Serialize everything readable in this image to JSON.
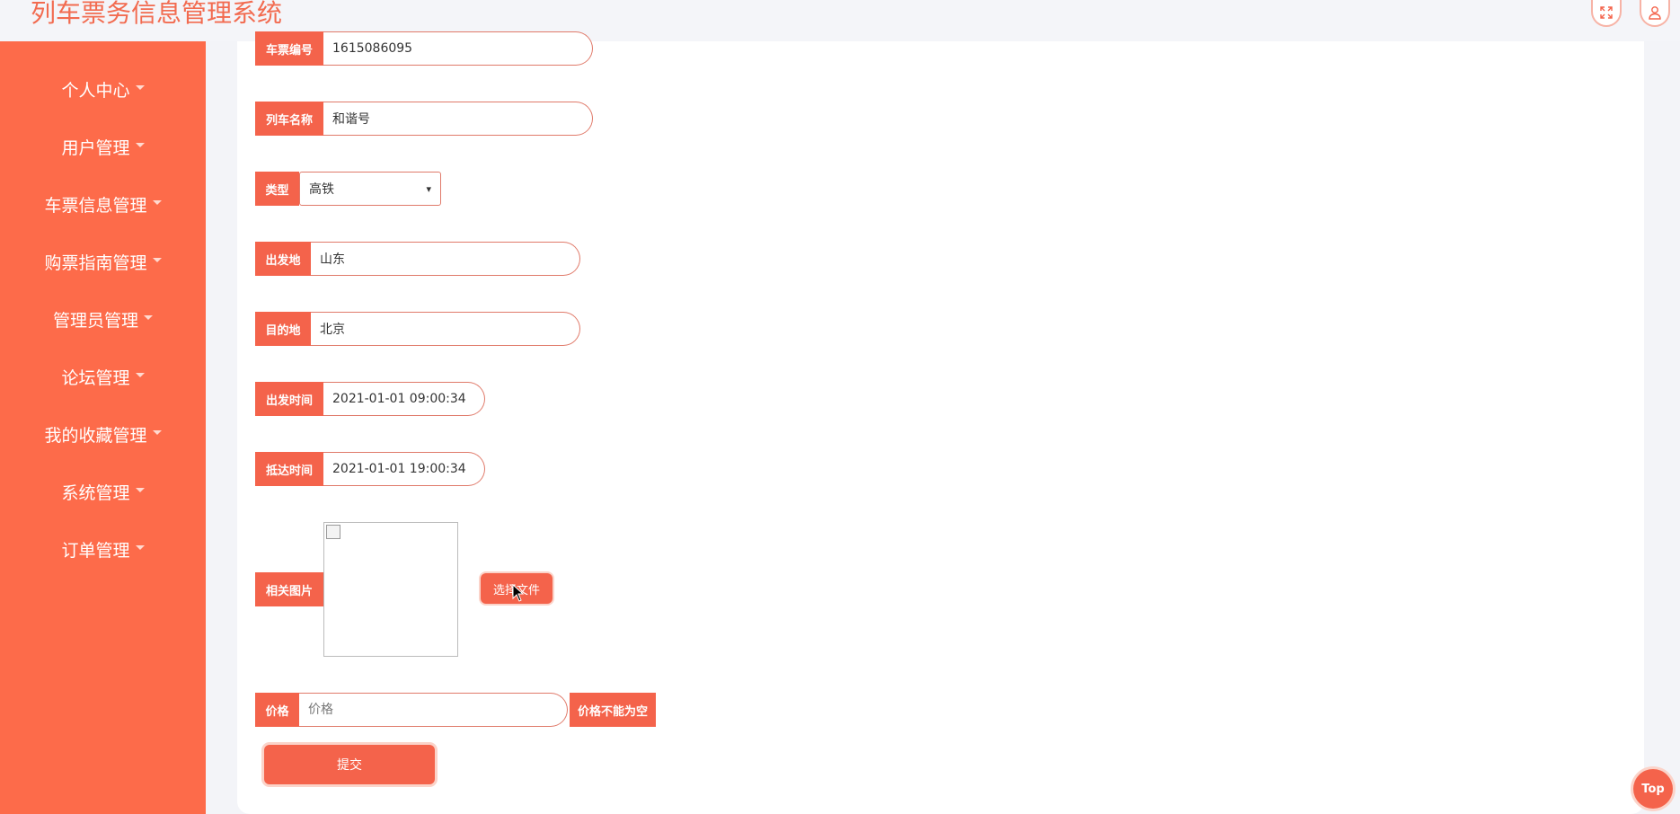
{
  "header": {
    "title": "列车票务信息管理系统",
    "fullscreen_icon": "expand-icon",
    "user_icon": "user-icon"
  },
  "sidebar": {
    "items": [
      {
        "label": "个人中心"
      },
      {
        "label": "用户管理"
      },
      {
        "label": "车票信息管理"
      },
      {
        "label": "购票指南管理"
      },
      {
        "label": "管理员管理"
      },
      {
        "label": "论坛管理"
      },
      {
        "label": "我的收藏管理"
      },
      {
        "label": "系统管理"
      },
      {
        "label": "订单管理"
      }
    ]
  },
  "form": {
    "ticket_no": {
      "label": "车票编号",
      "value": "1615086095"
    },
    "train_name": {
      "label": "列车名称",
      "value": "和谐号"
    },
    "type": {
      "label": "类型",
      "value": "高铁"
    },
    "origin": {
      "label": "出发地",
      "value": "山东"
    },
    "destination": {
      "label": "目的地",
      "value": "北京"
    },
    "depart_time": {
      "label": "出发时间",
      "value": "2021-01-01 09:00:34"
    },
    "arrive_time": {
      "label": "抵达时间",
      "value": "2021-01-01 19:00:34"
    },
    "image": {
      "label": "相关图片",
      "upload_label": "选择文件"
    },
    "price": {
      "label": "价格",
      "placeholder": "价格",
      "value": "",
      "error": "价格不能为空"
    },
    "submit_label": "提交"
  },
  "top_button": "Top",
  "colors": {
    "accent": "#f4634b",
    "sidebar": "#fd6b4a",
    "title": "#f26b50"
  }
}
